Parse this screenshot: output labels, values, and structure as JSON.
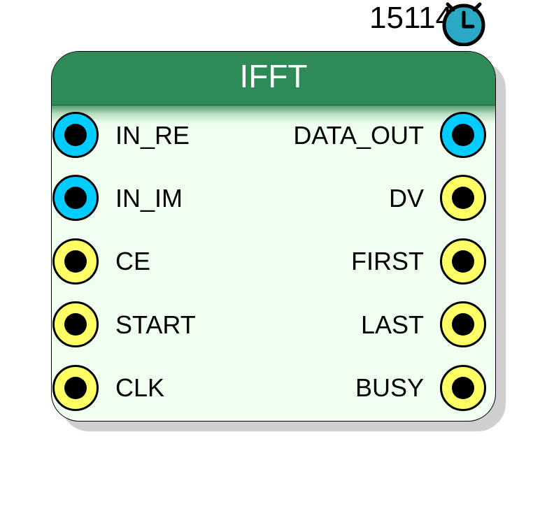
{
  "block": {
    "title": "IFFT",
    "id_label": "15114"
  },
  "ports": {
    "inputs": [
      {
        "label": "IN_RE",
        "kind": "data"
      },
      {
        "label": "IN_IM",
        "kind": "data"
      },
      {
        "label": "CE",
        "kind": "control"
      },
      {
        "label": "START",
        "kind": "control"
      },
      {
        "label": "CLK",
        "kind": "control"
      }
    ],
    "outputs": [
      {
        "label": "DATA_OUT",
        "kind": "data"
      },
      {
        "label": "DV",
        "kind": "control"
      },
      {
        "label": "FIRST",
        "kind": "control"
      },
      {
        "label": "LAST",
        "kind": "control"
      },
      {
        "label": "BUSY",
        "kind": "control"
      }
    ]
  },
  "colors": {
    "header": "#2e8b57",
    "body": "#f0fff0",
    "data_port": "#00ccff",
    "control_port": "#ffff66",
    "timer_icon": "#2aa8c4"
  },
  "icons": {
    "timer": "stopwatch-icon"
  }
}
